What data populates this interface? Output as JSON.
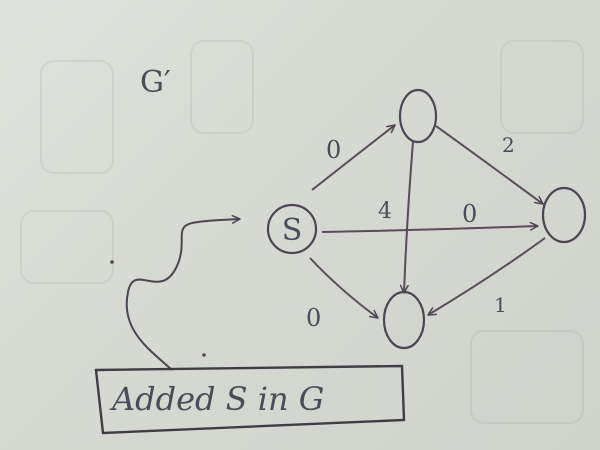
{
  "graph_title": "G′",
  "nodes": [
    {
      "id": "s",
      "label": "S"
    },
    {
      "id": "top",
      "label": ""
    },
    {
      "id": "right",
      "label": ""
    },
    {
      "id": "bottom",
      "label": ""
    }
  ],
  "edges": [
    {
      "from": "s",
      "to": "top",
      "weight": "0"
    },
    {
      "from": "s",
      "to": "right",
      "weight": "0"
    },
    {
      "from": "s",
      "to": "bottom",
      "weight": "0"
    },
    {
      "from": "top",
      "to": "right",
      "weight": "2"
    },
    {
      "from": "top",
      "to": "bottom",
      "weight": "4"
    },
    {
      "from": "right",
      "to": "bottom",
      "weight": "1"
    }
  ],
  "note": "Added S in G"
}
